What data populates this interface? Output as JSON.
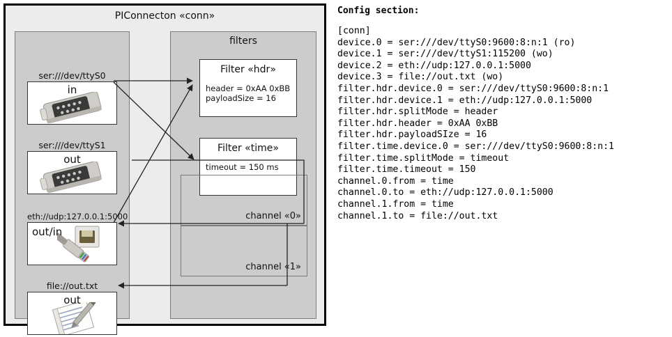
{
  "diagram": {
    "title": "PIConnecton «conn»",
    "devices_panel": {
      "title": ""
    },
    "filters_panel": {
      "title": "filters"
    },
    "devices": [
      {
        "caption": "ser:///dev/ttyS0",
        "label": "in",
        "icon": "serial-port-icon",
        "label_pos": "center"
      },
      {
        "caption": "ser:///dev/ttyS1",
        "label": "out",
        "icon": "serial-port-icon",
        "label_pos": "center"
      },
      {
        "caption": "eth://udp:127.0.0.1:5000",
        "label": "out/in",
        "icon": "ethernet-jack-icon",
        "label_pos": "left"
      },
      {
        "caption": "file://out.txt",
        "label": "out",
        "icon": "text-file-icon",
        "label_pos": "center"
      }
    ],
    "filters": [
      {
        "title": "Filter «hdr»",
        "lines": [
          "header = 0xAA 0xBB",
          "payloadSize = 16"
        ]
      },
      {
        "title": "Filter «time»",
        "lines": [
          "timeout = 150 ms"
        ]
      }
    ],
    "channels": [
      {
        "label": "channel «0»"
      },
      {
        "label": "channel «1»"
      }
    ]
  },
  "config": {
    "heading": "Config section:",
    "text": "[conn]\ndevice.0 = ser:///dev/ttyS0:9600:8:n:1 (ro)\ndevice.1 = ser:///dev/ttyS1:115200 (wo)\ndevice.2 = eth://udp:127.0.0.1:5000\ndevice.3 = file://out.txt (wo)\nfilter.hdr.device.0 = ser:///dev/ttyS0:9600:8:n:1\nfilter.hdr.device.1 = eth://udp:127.0.0.1:5000\nfilter.hdr.splitMode = header\nfilter.hdr.header = 0xAA 0xBB\nfilter.hdr.payloadSIze = 16\nfilter.time.device.0 = ser:///dev/ttyS0:9600:8:n:1\nfilter.time.splitMode = timeout\nfilter.time.timeout = 150\nchannel.0.from = time\nchannel.0.to = eth://udp:127.0.0.1:5000\nchannel.1.from = time\nchannel.1.to = file://out.txt"
  },
  "colors": {
    "outer_panel": "#ececec",
    "inner_panel": "#cccccc",
    "node_fill": "#ffffff",
    "border": "#333333",
    "panel_border": "#7b7b7b"
  }
}
